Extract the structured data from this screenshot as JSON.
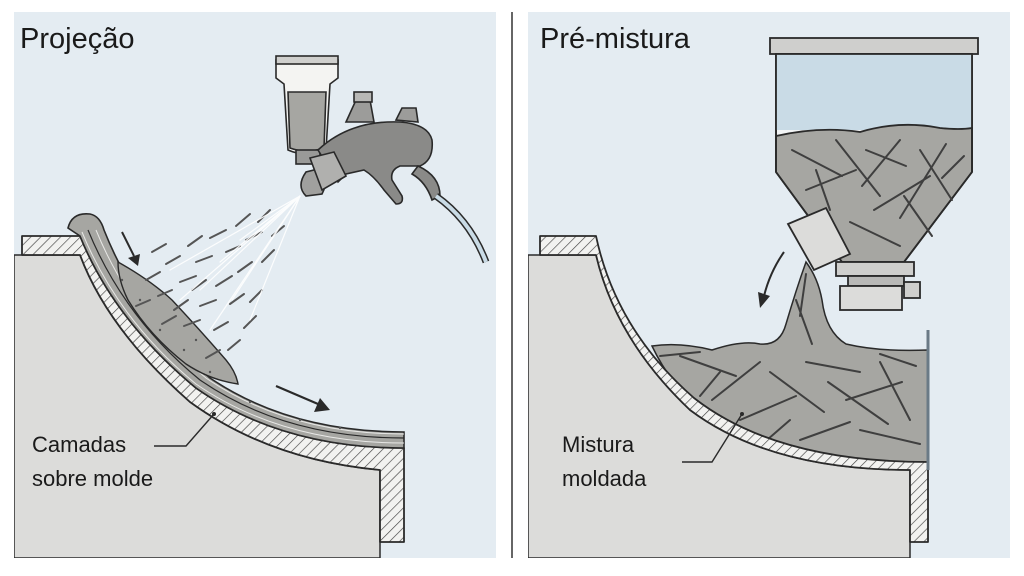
{
  "panels": {
    "left": {
      "title": "Projeção",
      "callout_line1": "Camadas",
      "callout_line2": "sobre molde"
    },
    "right": {
      "title": "Pré-mistura",
      "callout_line1": "Mistura",
      "callout_line2": "moldada"
    }
  },
  "colors": {
    "background": "#e4ecf2",
    "mold": "#dcdcda",
    "mix": "#a6a6a2",
    "fiber": "#4a4a4a",
    "outline": "#2a2a2a",
    "hopper_liquid": "#c9dbe6"
  }
}
